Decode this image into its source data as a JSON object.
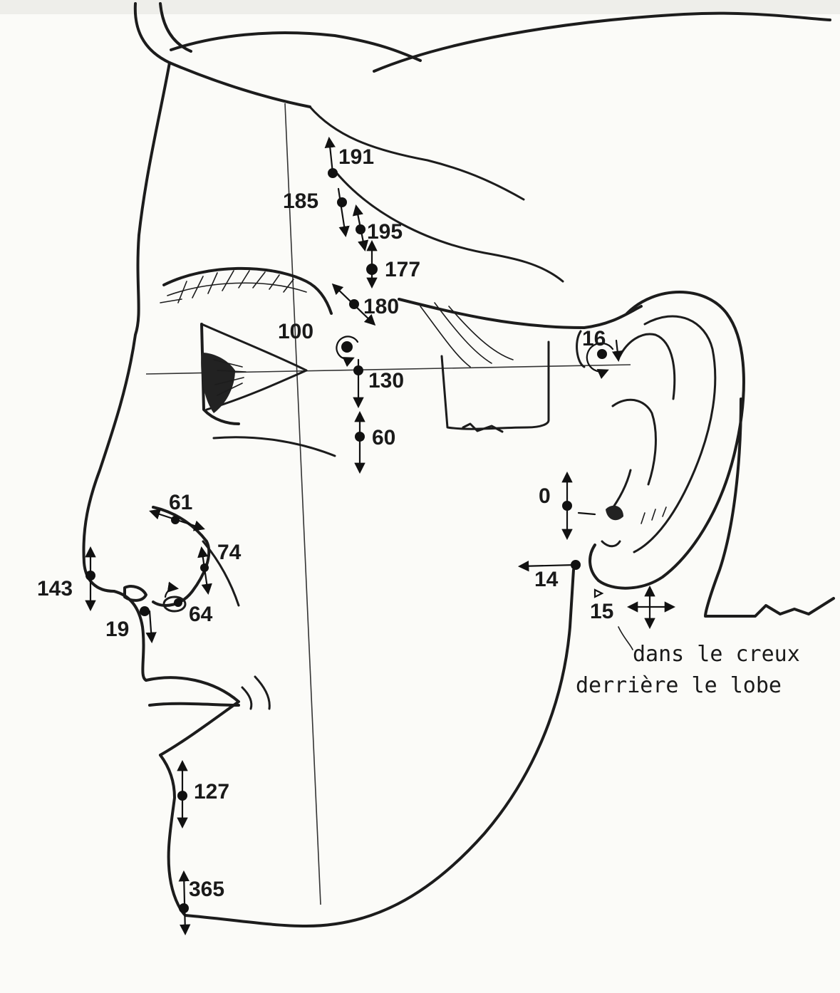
{
  "points": {
    "p191": "191",
    "p185": "185",
    "p195": "195",
    "p177": "177",
    "p180": "180",
    "p100": "100",
    "p130": "130",
    "p60": "60",
    "p16": "16",
    "p0": "0",
    "p14": "14",
    "p15": "15",
    "p61": "61",
    "p74": "74",
    "p143": "143",
    "p64": "64",
    "p19": "19",
    "p127": "127",
    "p365": "365"
  },
  "note": {
    "line1": "dans le creux",
    "line2": "derrière le lobe"
  }
}
